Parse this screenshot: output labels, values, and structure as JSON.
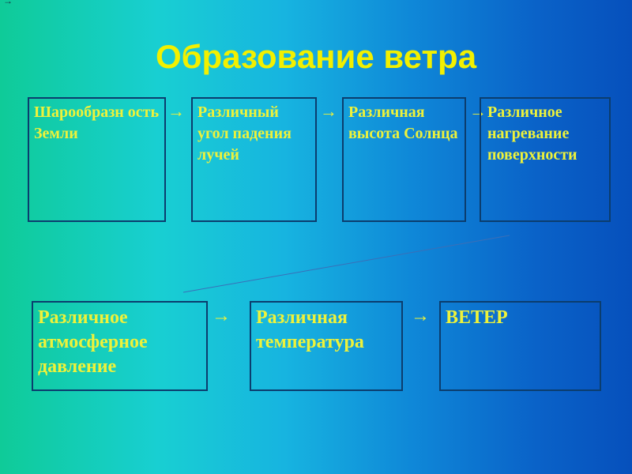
{
  "title": "Образование ветра",
  "arrow_glyph": "→",
  "top_row": [
    "Шарообразн ость Земли",
    "Различный угол падения лучей",
    "Различная высота Солнца",
    "Различное нагревание поверхности"
  ],
  "bottom_row": [
    "Различное атмосферное давление",
    "Различная температура",
    "ВЕТЕР"
  ],
  "colors": {
    "text": "#eef23a",
    "title": "#f2f000",
    "border": "#0b3d6e"
  }
}
